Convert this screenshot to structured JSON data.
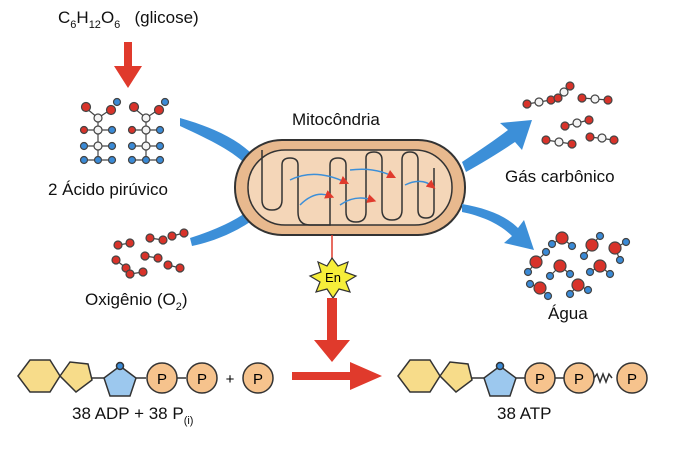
{
  "glucose": {
    "formula": [
      "C",
      "6",
      "H",
      "12",
      "O",
      "6"
    ],
    "name": "(glicose)"
  },
  "pyruvic_label": "2 Ácido pirúvico",
  "mitochondria_label": "Mitocôndria",
  "co2_label": "Gás carbônico",
  "oxygen": {
    "text": "Oxigênio (O",
    "sub": "2",
    "close": ")"
  },
  "water_label": "Água",
  "energy_label": "En",
  "adp_label": {
    "text": "38 ADP + 38 P",
    "sub": "(i)"
  },
  "atp_label": "38 ATP",
  "phosphate_symbol": "P",
  "plus_symbol": "+",
  "colors": {
    "arrow_red": "#e03a2c",
    "arrow_blue": "#3c8fd8",
    "mito_outer": "#e8b98e",
    "mito_inner": "#f4d6b8",
    "ring_yellow": "#f7dc8a",
    "ribose_blue": "#9cc8ee",
    "phosphate_orange": "#f6c38d",
    "atom_red": "#d8332a",
    "atom_blue": "#3a8ad6",
    "atom_white": "#f4f4f4",
    "energy_star": "#f6ee3a"
  }
}
